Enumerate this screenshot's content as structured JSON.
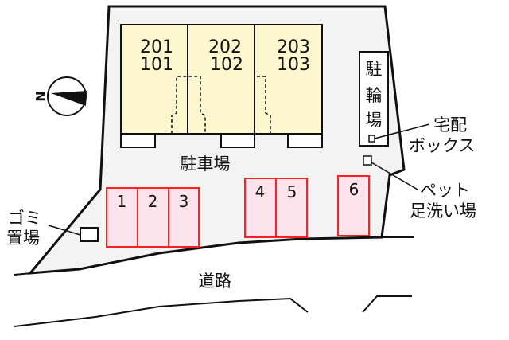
{
  "colors": {
    "site_fill": "#f3f3f3",
    "building_fill": "#fdf7cf",
    "parking_fill": "#fde4ec",
    "parking_stroke": "#ff2020",
    "line": "#111111"
  },
  "compass": {
    "label": "N"
  },
  "building": {
    "units": [
      {
        "upper": "201",
        "lower": "101"
      },
      {
        "upper": "202",
        "lower": "102"
      },
      {
        "upper": "203",
        "lower": "103"
      }
    ]
  },
  "parking_lot": {
    "label": "駐車場"
  },
  "parking_spaces": [
    "1",
    "2",
    "3",
    "4",
    "5",
    "6"
  ],
  "bicycle_parking": {
    "label_chars": [
      "駐",
      "輪",
      "場"
    ]
  },
  "delivery_box": {
    "label_line1": "宅配",
    "label_line2": "ボックス"
  },
  "pet_wash": {
    "label_line1": "ペット",
    "label_line2": "足洗い場"
  },
  "garbage": {
    "label_line1": "ゴミ",
    "label_line2": "置場"
  },
  "road": {
    "label": "道路"
  }
}
